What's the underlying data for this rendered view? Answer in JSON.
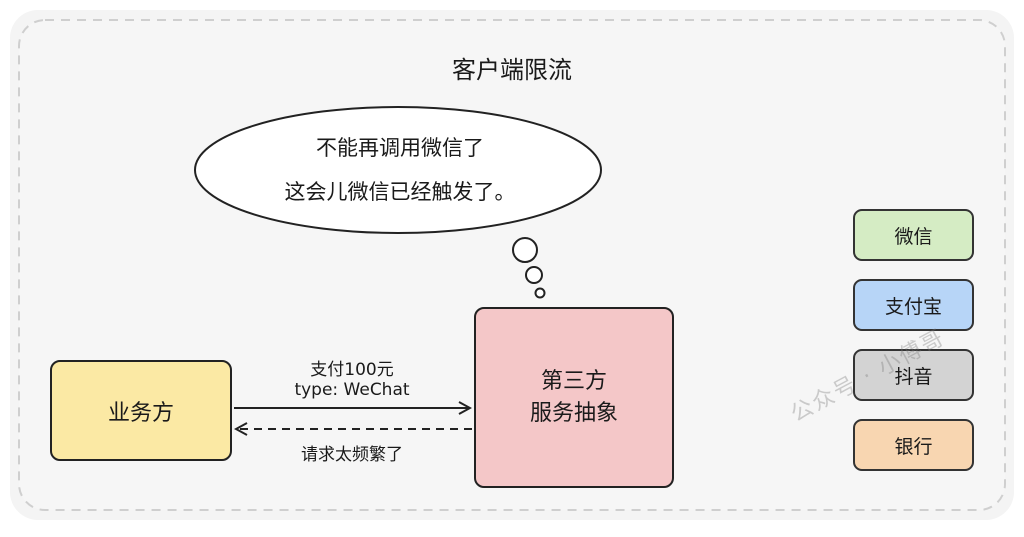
{
  "diagram": {
    "title": "客户端限流",
    "thought_bubble": {
      "line1": "不能再调用微信了",
      "line2": "这会儿微信已经触发了。"
    },
    "business_node": {
      "label": "业务方"
    },
    "service_node": {
      "line1": "第三方",
      "line2": "服务抽象"
    },
    "request_edge": {
      "line1": "支付100元",
      "line2": "type: WeChat"
    },
    "response_edge": {
      "label": "请求太频繁了"
    },
    "channels": [
      {
        "label": "微信",
        "color": "#d5ecc4"
      },
      {
        "label": "支付宝",
        "color": "#b7d5f7"
      },
      {
        "label": "抖音",
        "color": "#d3d3d3"
      },
      {
        "label": "银行",
        "color": "#f8d6b1"
      }
    ],
    "watermark": "公众号 · 小傅哥"
  }
}
